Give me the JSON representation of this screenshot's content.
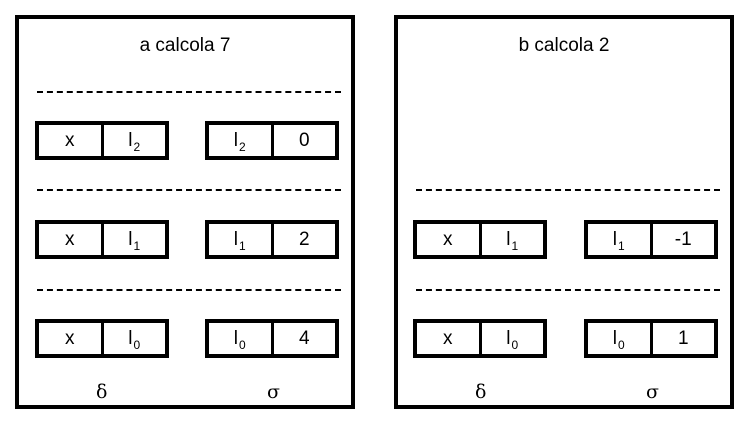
{
  "panels": [
    {
      "title": "a calcola 7",
      "records": [
        {
          "delta": {
            "var": "x",
            "link": "l",
            "link_sub": "2"
          },
          "sigma": {
            "var": "l",
            "var_sub": "2",
            "value": "0"
          }
        },
        {
          "delta": {
            "var": "x",
            "link": "l",
            "link_sub": "1"
          },
          "sigma": {
            "var": "l",
            "var_sub": "1",
            "value": "2"
          }
        },
        {
          "delta": {
            "var": "x",
            "link": "l",
            "link_sub": "0"
          },
          "sigma": {
            "var": "l",
            "var_sub": "0",
            "value": "4"
          }
        }
      ],
      "delta_label": "δ",
      "sigma_label": "σ"
    },
    {
      "title": "b calcola 2",
      "records": [
        {
          "delta": {
            "var": "x",
            "link": "l",
            "link_sub": "1"
          },
          "sigma": {
            "var": "l",
            "var_sub": "1",
            "value": "-1"
          }
        },
        {
          "delta": {
            "var": "x",
            "link": "l",
            "link_sub": "0"
          },
          "sigma": {
            "var": "l",
            "var_sub": "0",
            "value": "1"
          }
        }
      ],
      "delta_label": "δ",
      "sigma_label": "σ"
    }
  ]
}
